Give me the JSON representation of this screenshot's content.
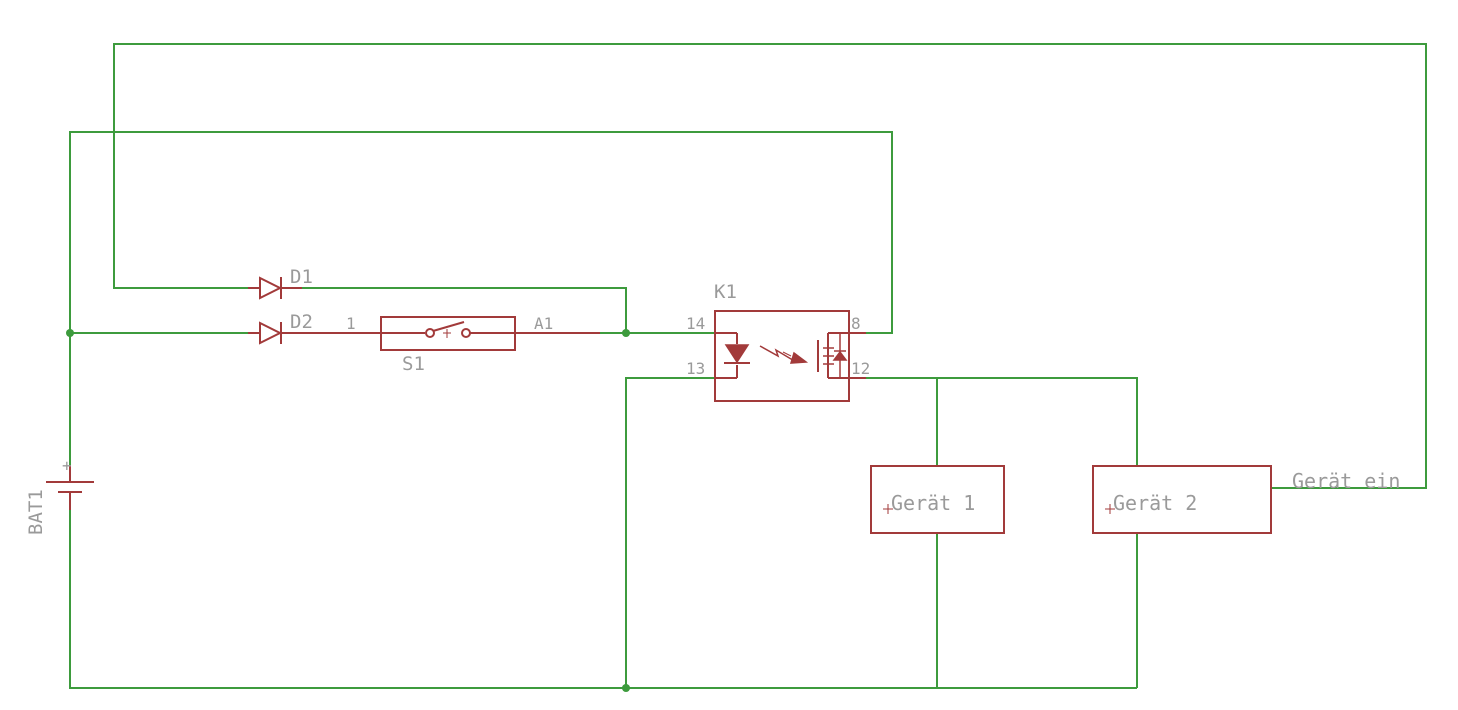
{
  "components": {
    "battery": {
      "ref": "BAT1",
      "plus": "+"
    },
    "diode1": {
      "ref": "D1"
    },
    "diode2": {
      "ref": "D2"
    },
    "switch": {
      "ref": "S1",
      "pin_left": "1",
      "pin_right": "A1"
    },
    "relay": {
      "ref": "K1",
      "pin_14": "14",
      "pin_13": "13",
      "pin_8": "8",
      "pin_12": "12"
    },
    "device1": {
      "label": "Gerät 1"
    },
    "device2": {
      "label": "Gerät 2",
      "output_label": "Gerät ein"
    }
  },
  "colors": {
    "wire": "#3d9b3d",
    "symbol": "#a23a3a",
    "text": "#9a9a9a"
  }
}
